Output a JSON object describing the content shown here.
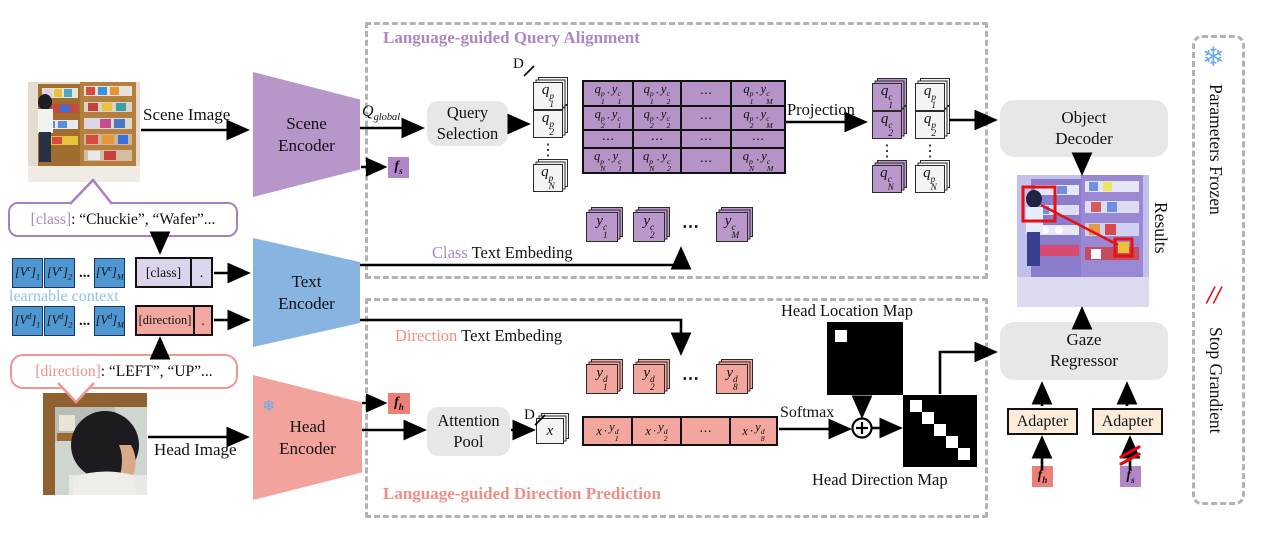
{
  "colors": {
    "purple": "#ab87c6",
    "salmon": "#ee8f86",
    "blue": "#8fc3ea",
    "frozen_blue": "#6aabe8",
    "stop_red": "#e30613",
    "matrix_purple": "#b593c6",
    "gray_module": "#e7e7e7"
  },
  "left": {
    "scene_image_label": "Scene Image",
    "head_image_label": "Head Image",
    "class_bubble": {
      "tag": "[class]",
      "rest": ": “Chuckie”, “Wafer”..."
    },
    "direction_bubble": {
      "tag": "[direction]",
      "rest": ": “LEFT”, “UP”..."
    },
    "learnable_context_label": "learnable context",
    "vc_tokens": [
      "[V^c]_1",
      "[V^c]_2",
      "...",
      "[V^c]_M"
    ],
    "vd_tokens": [
      "[V^d]_1",
      "[V^d]_2",
      "...",
      "[V^d]_M"
    ],
    "class_token": "[class]",
    "class_token_dot": ".",
    "direction_token": "[direction]",
    "direction_token_dot": "."
  },
  "encoders": {
    "scene": "Scene Encoder",
    "text": "Text Encoder",
    "head": "Head Encoder",
    "frozen_icon": "❄"
  },
  "alignment": {
    "title": "Language-guided Query Alignment",
    "q_global": "Q_{global}",
    "f_s": "f_s",
    "query_selection": "Query Selection",
    "d_label": "D",
    "qp_stack": [
      "q^p_1",
      "q^p_2",
      "⋮",
      "q^p_N"
    ],
    "matrix": [
      [
        "q^p_1·y^c_1",
        "q^p_1·y^c_2",
        "⋯",
        "q^p_1·y^c_M"
      ],
      [
        "q^p_2·y^c_1",
        "q^p_2·y^c_2",
        "⋯",
        "q^p_2·y^c_M"
      ],
      [
        "⋯",
        "⋯",
        "⋯",
        "⋯"
      ],
      [
        "q^p_N·y^c_1",
        "q^p_N·y^c_2",
        "⋯",
        "q^p_N·y^c_M"
      ]
    ],
    "projection": "Projection",
    "qc_stack": [
      "q^c_1",
      "q^c_2",
      "⋮",
      "q^c_N"
    ],
    "qp_out_stack": [
      "q^p_1",
      "q^p_2",
      "⋮",
      "q^p_N"
    ],
    "embed_label": {
      "colored": "Class",
      "rest": " Text Embeding"
    },
    "yc_stacks": [
      "y^c_1",
      "y^c_2",
      "⋯",
      "y^c_M"
    ]
  },
  "direction": {
    "title": "Language-guided Direction Prediction",
    "embed_label": {
      "colored": "Direction",
      "rest": " Text Embeding"
    },
    "f_h": "f_h",
    "attention_pool": "Attention Pool",
    "d_label": "D",
    "x_card": "x",
    "yd_stacks": [
      "y^d_1",
      "y^d_2",
      "⋯",
      "y^d_8"
    ],
    "xy_cells": [
      "x·y^d_1",
      "x·y^d_2",
      "⋯",
      "x·y^d_8"
    ],
    "softmax": "Softmax",
    "head_location_map": "Head Location Map",
    "head_direction_map": "Head Direction Map"
  },
  "right": {
    "object_decoder": "Object Decoder",
    "results": "Results",
    "gaze_regressor": "Gaze Regressor",
    "adapter_left": "Adapter",
    "adapter_right": "Adapter",
    "f_h": "f_h",
    "f_s": "f_s"
  },
  "legend": {
    "frozen_icon": "❄",
    "frozen_label": "Parameters Frozen",
    "stop_icon": "//",
    "stop_label": "Stop Grandient"
  }
}
